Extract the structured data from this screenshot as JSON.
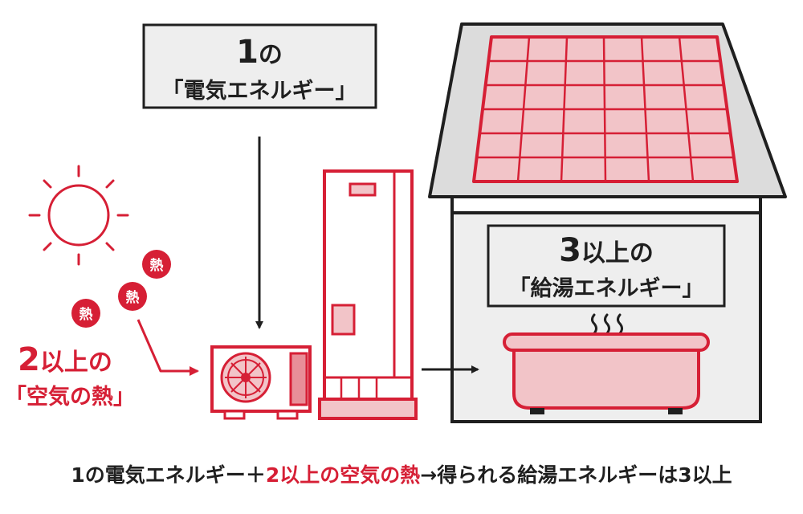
{
  "colors": {
    "accent": "#d61f35",
    "accent_fill": "#f2c4c8",
    "accent_fill_dark": "#e88f98",
    "ink": "#1f1f1f",
    "box_fill": "#eeeeee",
    "roof_fill": "#dcdcdc",
    "house_fill": "#eeeeee"
  },
  "electric_label": {
    "line1_num": "1",
    "line1_suffix": "の",
    "line2": "「電気エネルギー」"
  },
  "hot_water_label": {
    "line1_num": "3",
    "line1_suffix": "以上の",
    "line2": "「給湯エネルギー」"
  },
  "air_heat_label": {
    "line1_num": "2",
    "line1_suffix": "以上の",
    "line2": "「空気の熱」"
  },
  "heat_badges": [
    "熱",
    "熱",
    "熱"
  ],
  "bottom": {
    "part1": "1の電気エネルギー",
    "plus": "＋",
    "part2": "2以上の空気の熱",
    "arrow": "→",
    "part3": "得られる給湯エネルギーは3以上"
  }
}
